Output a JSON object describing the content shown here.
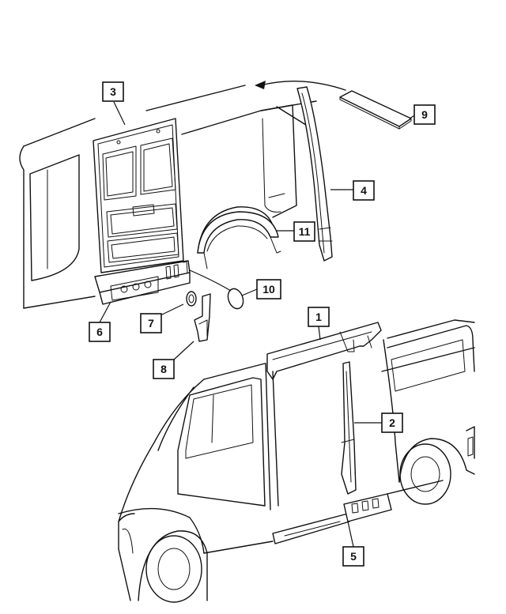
{
  "callouts": [
    {
      "id": "c3",
      "label": "3"
    },
    {
      "id": "c9",
      "label": "9"
    },
    {
      "id": "c4",
      "label": "4"
    },
    {
      "id": "c11",
      "label": "11"
    },
    {
      "id": "c6",
      "label": "6"
    },
    {
      "id": "c10",
      "label": "10"
    },
    {
      "id": "c7",
      "label": "7"
    },
    {
      "id": "c8",
      "label": "8"
    },
    {
      "id": "c1",
      "label": "1"
    },
    {
      "id": "c2",
      "label": "2"
    },
    {
      "id": "c5",
      "label": "5"
    }
  ],
  "colors": {
    "line": "#111111",
    "background": "#ffffff"
  }
}
